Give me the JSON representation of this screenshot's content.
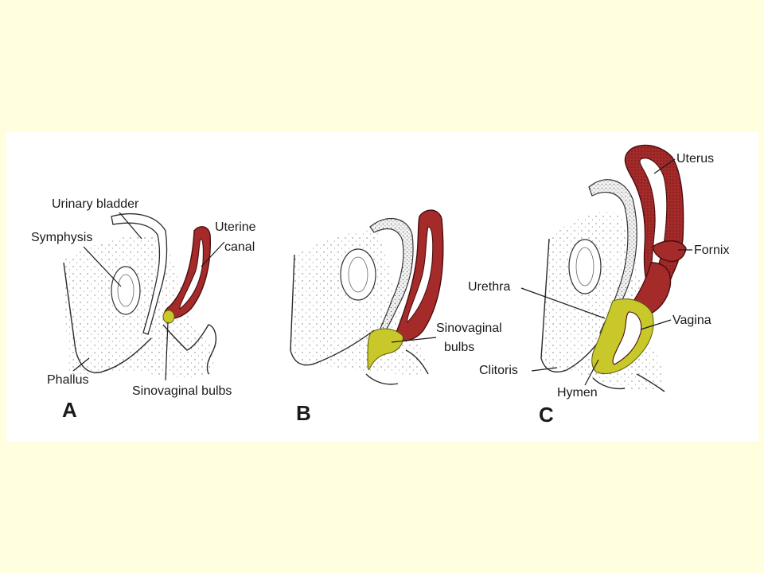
{
  "colors": {
    "background": "#FFFFE0",
    "panel": "#FFFFFF",
    "uterine_tissue": "#A52A2A",
    "sinovaginal_tissue": "#C8C82A"
  },
  "panels": {
    "a": {
      "letter": "A",
      "labels": {
        "urinary_bladder": "Urinary bladder",
        "symphysis": "Symphysis",
        "uterine_canal_1": "Uterine",
        "uterine_canal_2": "canal",
        "phallus": "Phallus",
        "sinovaginal_bulbs": "Sinovaginal bulbs"
      }
    },
    "b": {
      "letter": "B",
      "labels": {
        "sinovaginal_1": "Sinovaginal",
        "sinovaginal_2": "bulbs"
      }
    },
    "c": {
      "letter": "C",
      "labels": {
        "uterus": "Uterus",
        "fornix": "Fornix",
        "urethra": "Urethra",
        "vagina": "Vagina",
        "clitoris": "Clitoris",
        "hymen": "Hymen"
      }
    }
  }
}
